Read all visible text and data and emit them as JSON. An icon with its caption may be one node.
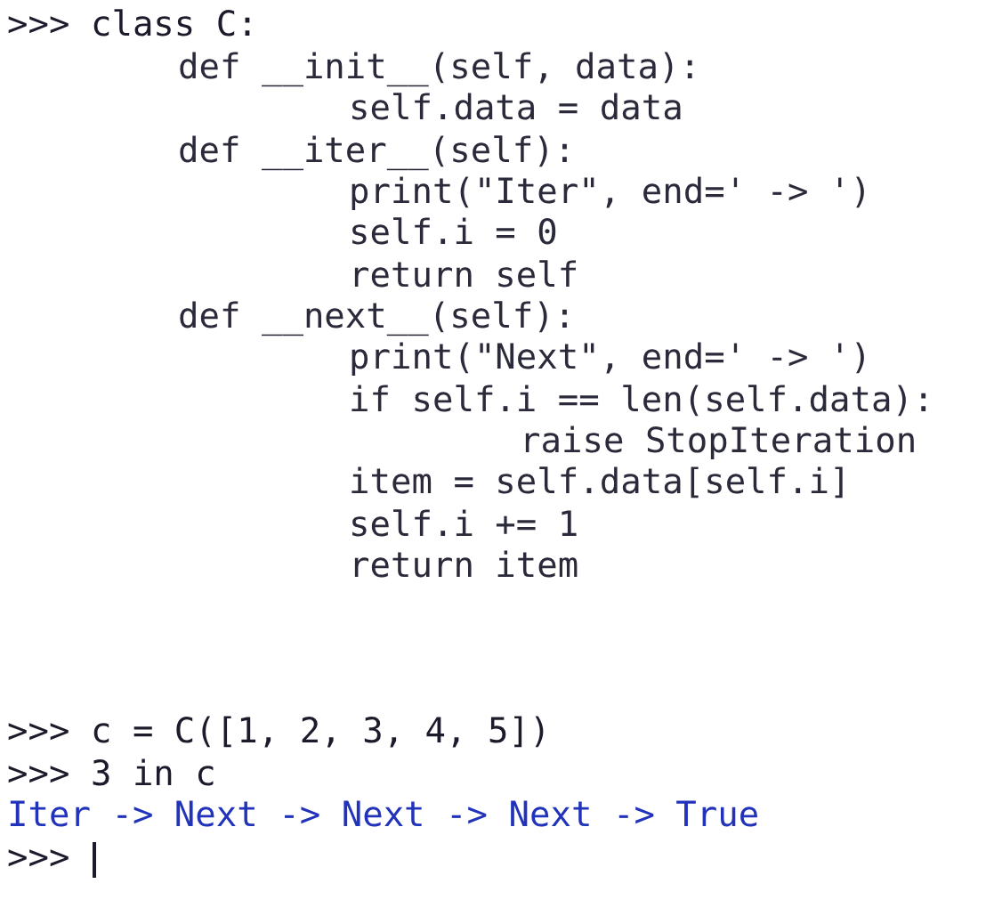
{
  "diagram": {
    "labels": [
      ">>> class C:",
      "def __init__(self, data):",
      "self.data = data",
      "def __iter__(self):",
      "print(\"Iter\", end=' -> ')",
      "self.i = 0",
      "return self",
      "def __next__(self):",
      "print(\"Next\", end=' -> ')",
      "if self.i == len(self.data):",
      "raise StopIteration",
      "item = self.data[self.i]",
      "self.i += 1",
      "return item",
      ">>> c = C([1, 2, 3, 4, 5])",
      ">>> 3 in c",
      "Iter -> Next -> Next -> Next -> True",
      ">>>"
    ]
  }
}
